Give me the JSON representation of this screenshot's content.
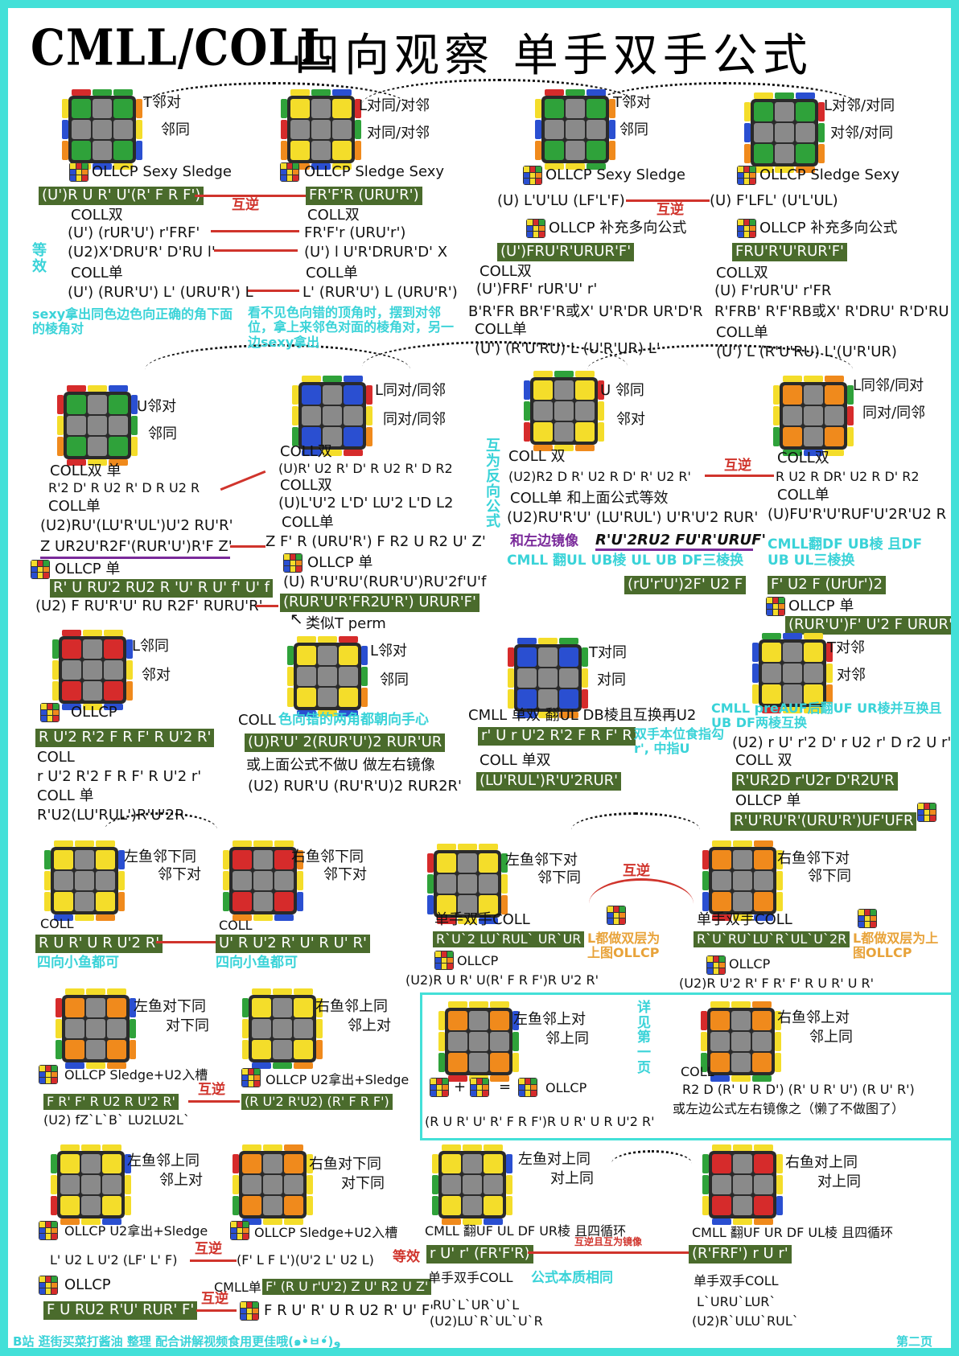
{
  "title": {
    "main": "CMLL/COLL",
    "sub": "四向观察  单手双手公式"
  },
  "footer": {
    "left": "B站 逛街买菜打酱油 整理 配合讲解视频食用更佳哦(๑•̀ㅂ•́)و",
    "right": "第二页"
  },
  "colors": {
    "accent_cyan": "#43e0d8",
    "highlight_green": "#4a6b2c",
    "red": "#d0342c",
    "purple": "#7a2a9a"
  },
  "icons": [
    "cube-icon",
    "mini-cube-icon"
  ],
  "sec1": {
    "c1": {
      "l1": "T邻对",
      "l2": "邻同",
      "ollcp": "OLLCP  Sexy Sledge",
      "f1": "(U')R U R' U'(R' F R F')",
      "coll": "COLL双",
      "f2": "(U') (rUR'U')  r'FRF'",
      "f3": "(U2)X'DRU'R'  D'RU l'",
      "coll1": "COLL单",
      "f4": "(U') (RUR'U') L' (URU'R') L",
      "eq": "等效"
    },
    "c2": {
      "l1": "L对同/对邻",
      "l2": "对同/对邻",
      "ollcp": "OLLCP Sledge Sexy",
      "f1": "FR'F'R (URU'R')",
      "coll": "COLL双",
      "f2": "FR'F'r (URU'r')",
      "f3": "(U') l U'R'DRUR'D' X",
      "coll1": "COLL单",
      "f4": "L' (RUR'U') L (URU'R')"
    },
    "huni": "互逆",
    "note1": "sexy拿出同色边色向正确的角下面的棱角对",
    "note2": "看不见色向错的顶角时，摆到对邻位，拿上来邻色对面的棱角对，另一边sexy拿出",
    "c3": {
      "l1": "T邻对",
      "l2": "邻同",
      "ollcp": "OLLCP  Sexy Sledge",
      "f1": "(U)  L'U'LU (LF'L'F)",
      "ollcp2": "OLLCP 补充多向公式",
      "f2": "(U')FRU'R'URUR'F'",
      "coll": "COLL双",
      "f3": "(U')FRF'  rUR'U'  r'",
      "f4": "B'R'FR BR'F'R或X' U'R'DR UR'D'R",
      "coll1": "COLL单",
      "f5": "(U')  (R'U'RU) L (U'R'UR) L'"
    },
    "c4": {
      "l1": "L对邻/对同",
      "l2": "对邻/对同",
      "ollcp": "OLLCP Sledge Sexy",
      "f1": "(U) F'LFL' (U'L'UL)",
      "ollcp2": "OLLCP 补充多向公式",
      "f2": "FRU'R'U'RUR'F'",
      "coll": "COLL双",
      "f3": "(U) F'rUR'U' r'FR",
      "f4": "R'FRB' R'F'RB或X' R'DRU' R'D'RU",
      "coll1": "COLL单",
      "f5": "(U') L (R'U'RU) L'(U'R'UR)"
    }
  },
  "sec2": {
    "c1": {
      "l1": "U邻对",
      "l2": "邻同",
      "coll": "COLL双 单",
      "f1": "R'2 D' R U2 R' D R U2 R",
      "coll1": "COLL单",
      "f2": "(U2)RU'(LU'R'UL')U'2 RU'R'",
      "f3": "Z UR2U'R2F'(RUR'U')R'F Z'",
      "ollcp": "OLLCP 单",
      "f4": "R' U RU'2  RU2 R 'U' R U' f' U' f",
      "f5": "(U2) F RU'R'U' RU R2F' RURU'R'"
    },
    "c2": {
      "l1": "L同对/同邻",
      "l2": "同对/同邻",
      "coll": "COLL双",
      "f1": "(U)R' U2 R' D' R U2 R' D R2",
      "coll2": "COLL双",
      "f2": "(U)L'U'2 L'D' LU'2 L'D L2",
      "coll1": "COLL单",
      "f3": "Z F' R (URU'R') F R2 U R2 U' Z'",
      "ollcp": "OLLCP 单",
      "f4": "(U) R'U'RU'(RUR'U')RU'2f'U'f",
      "f5": "(RUR'U'R'FR2U'R') URUR'F'",
      "note": "类似T perm",
      "side": "互为反向公式"
    },
    "c3": {
      "l1": "U 邻同",
      "l2": "邻对",
      "coll": "COLL 双",
      "f1": "(U2)R2 D R' U2 R D' R' U2 R'",
      "coll1": "COLL单 和上面公式等效",
      "f2": "(U2)RU'R'U' (LU'RUL') U'R'U'2 RUR'",
      "mirror": "和左边镜像",
      "f3": "R'U'2RU2 FU'R'URUF'",
      "note": "CMLL 翻UL UB棱  UL UB DF三棱换",
      "f4": "(rU'r'U')2F' U2  F"
    },
    "c4": {
      "l1": "L同邻/同对",
      "l2": "同对/同邻",
      "coll": "COLL双",
      "f1": "R U2 R DR' U2 R D' R2",
      "coll1": "COLL单",
      "f2": "(U)FU'R'U'RUF'U'2R'U2 R",
      "note": "CMLL翻DF UB棱 且DF UB UL三棱换",
      "f3": "F' U2  F (UrUr')2",
      "ollcp": "OLLCP 单",
      "f4": "(RUR'U')F' U'2 F URUR'"
    },
    "huni": "互逆"
  },
  "sec3": {
    "c1": {
      "l1": "L邻同",
      "l2": "邻对",
      "ollcp": "OLLCP",
      "f1": "R U'2 R'2 F R F' R U'2 R'",
      "coll": "COLL",
      "f2": "r U'2 R'2 F R F' R U'2 r'",
      "coll1": "COLL 单",
      "f3": "R'U2(LU'RUL')R'U'2R"
    },
    "c2": {
      "l1": "L邻对",
      "l2": "邻同",
      "coll": "COLL",
      "note": "色向错的两角都朝向手心",
      "f1": "(U)R'U' 2(RUR'U')2 RUR'UR",
      "f2": "或上面公式不做U 做左右镜像",
      "f3": "(U2) RUR'U (RU'R'U)2 RUR2R'"
    },
    "c3": {
      "l1": "T对同",
      "l2": "对同",
      "cmll": "CMLL 单双 翻UL DB棱且互换再U2",
      "f1": "r' U r U'2 R'2 F R F' R",
      "note": "双手本位食指勾r', 中指U",
      "coll": "COLL 单双",
      "f2": "(LU'RUL')R'U'2RUR'"
    },
    "c4": {
      "l1": "T对邻",
      "l2": "对邻",
      "note": "CMLL preAUF后翻UF UR棱并互换且UB DF两棱互换",
      "f1": "(U2) r U' r'2 D' r U2 r' D r2 U r'",
      "coll": "COLL 双",
      "f2": "R'UR2D r'U2r D'R2U'R",
      "ollcp": "OLLCP 单",
      "f3": "R'U'RU'R'(URU'R')UF'UFR"
    }
  },
  "sec4": {
    "c1": {
      "l1": "左鱼邻下同",
      "l2": "邻下对",
      "coll": "COLL",
      "f1": "R U R' U R U'2 R'",
      "note": "四向小鱼都可"
    },
    "c2": {
      "l1": "右鱼邻下同",
      "l2": "邻下对",
      "coll": "COLL",
      "f1": "U' R U'2 R' U' R U' R'",
      "note": "四向小鱼都可"
    },
    "c3": {
      "l1": "左鱼邻下对",
      "l2": "邻下同",
      "lab": "单手双手COLL",
      "f1": "R`U`2  LU`RUL`  UR`UR",
      "note": "L都做双层为上图OLLCP",
      "ollcp": "OLLCP",
      "f2": "(U2)R U R' U(R' F R F')R U'2 R'"
    },
    "c4": {
      "l1": "右鱼邻下对",
      "l2": "邻下同",
      "lab": "单手双手COLL",
      "f1": "R`U`RU`LU`R`UL`U`2R",
      "note": "L都做双层为上图OLLCP",
      "ollcp": "OLLCP",
      "f2": "(U2)R U'2 R' F R' F' R U R' U R'"
    },
    "huni": "互逆"
  },
  "sec5": {
    "c1": {
      "l1": "左鱼对下同",
      "l2": "对下同",
      "ollcp": "OLLCP Sledge+U2入槽",
      "f1": "F R' F' R U2 R U'2 R'",
      "f2": "(U2) fZ`L`B` LU2LU2L`"
    },
    "c2": {
      "l1": "右鱼邻上同",
      "l2": "邻上对",
      "ollcp": "OLLCP U2拿出+Sledge",
      "f1": "(R U'2 R'U2) (R' F R F')"
    },
    "c3": {
      "l1": "左鱼邻上对",
      "l2": "邻上同",
      "ollcp": "OLLCP",
      "f1": "(R U R' U' R' F R F')R U R' U R U'2 R'",
      "side": "详见第一页"
    },
    "c4": {
      "l1": "右鱼邻上对",
      "l2": "邻上同",
      "coll": "COLL",
      "f1": "R2 D (R' U R D') (R' U R' U') (R U' R')",
      "f2": "或左边公式左右镜像之（懒了不做图了）"
    },
    "huni": "互逆"
  },
  "sec6": {
    "c1": {
      "l1": "左鱼邻上同",
      "l2": "邻上对",
      "ollcp": "OLLCP U2拿出+Sledge",
      "f1": "L' U2 L U'2 (LF' L' F)",
      "ollcp1": "OLLCP",
      "f2": "F U RU2 R'U' RUR' F'"
    },
    "c2": {
      "l1": "右鱼对下同",
      "l2": "对下同",
      "ollcp": "OLLCP Sledge+U2入槽",
      "f1": "(F' L F L')(U'2 L' U2 L)",
      "cmll": "CMLL单",
      "f2": "F' (R U r'U'2) Z U' R2 U Z'",
      "eq": "等效",
      "f3": "F R U' R' U R U2 R' U' F'"
    },
    "c3": {
      "l1": "左鱼对上同",
      "l2": "对上同",
      "cmll": "CMLL 翻UF UL DF UR棱 且四循环",
      "f1": "r U' r' (FR'F'R)",
      "lab": "单手双手COLL",
      "note": "公式本质相同",
      "f2": "RU`L`UR`U`L",
      "f3": "(U2)LU`R`UL`U`R"
    },
    "c4": {
      "l1": "右鱼对上同",
      "l2": "对上同",
      "cmll": "CMLL 翻UF UR DF UL棱 且四循环",
      "f1": "(R'FRF') r U r'",
      "lab": "单手双手COLL",
      "f2": "L`URU`LUR`",
      "f3": "(U2)R`ULU`RUL`"
    },
    "huni": "互逆",
    "huni2": "互逆且互为镜像"
  }
}
